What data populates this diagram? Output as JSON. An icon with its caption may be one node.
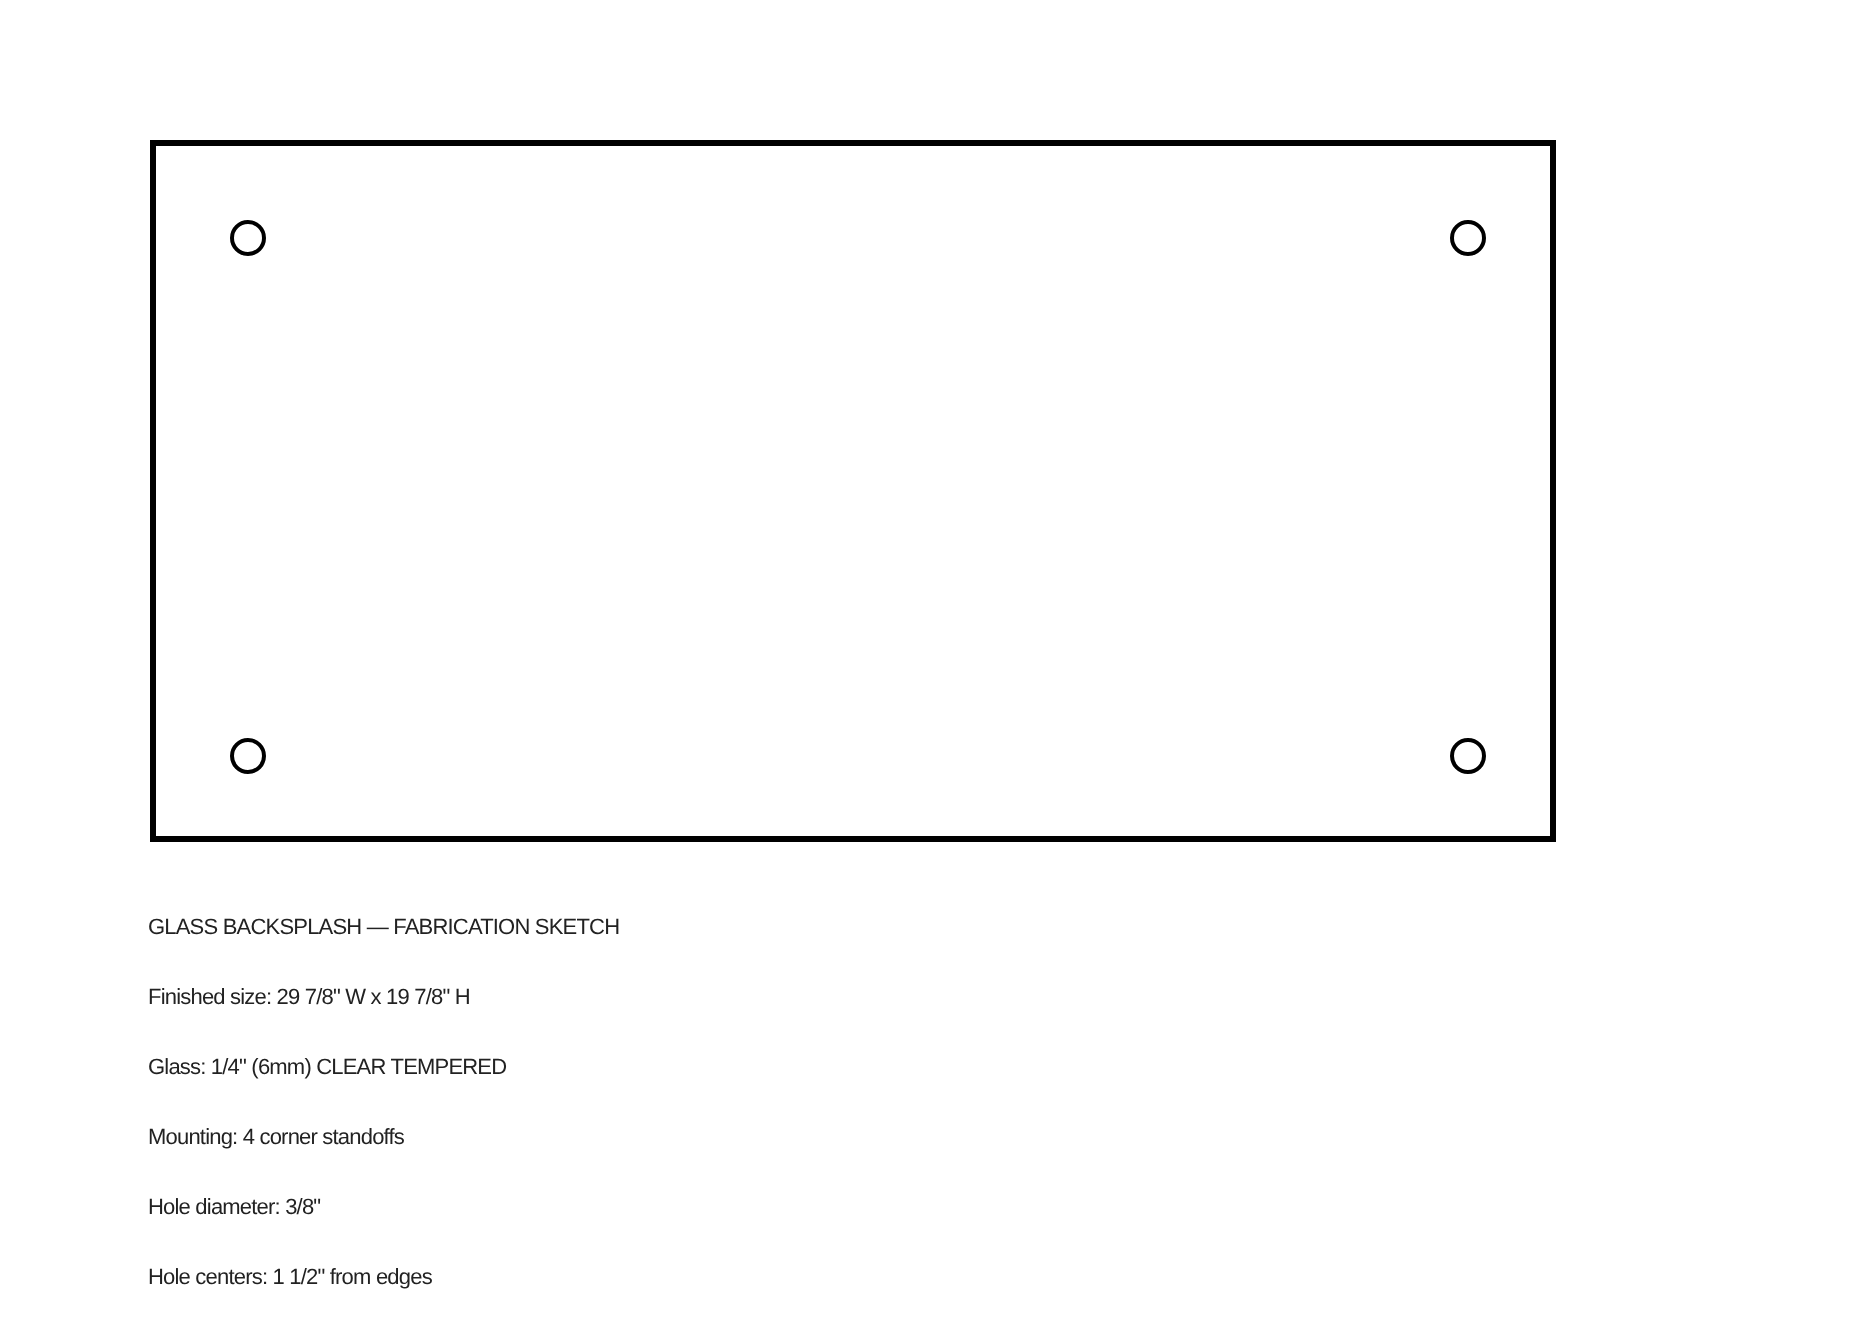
{
  "diagram": {
    "title": "GLASS BACKSPLASH — FABRICATION SKETCH",
    "nodes": [
      {
        "text": [],
        "shape": "box"
      },
      {
        "text": [],
        "shape": "circle",
        "in": 0
      },
      {
        "text": [],
        "shape": "circle",
        "in": 0
      },
      {
        "text": [],
        "shape": "circle",
        "in": 0
      },
      {
        "text": [],
        "shape": "circle",
        "in": 0
      }
    ],
    "edges": [],
    "labels": [
      "Finished size: 29 7/8\" W x 19 7/8\" H",
      "Glass: 1/4\" (6mm) CLEAR TEMPERED",
      "Mounting: 4 corner standoffs",
      "Hole diameter: 3/8\"",
      "Hole centers: 1 1/2\" from edges"
    ]
  }
}
